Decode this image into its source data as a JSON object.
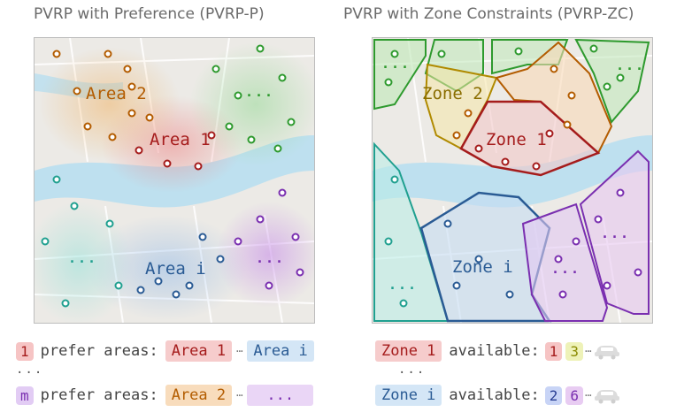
{
  "titles": {
    "left": "PVRP with Preference (PVRP-P)",
    "right": "PVRP with Zone Constraints (PVRP-ZC)"
  },
  "left_map": {
    "area2": "Area 2",
    "area1": "Area 1",
    "areai": "Area i",
    "dots": "..."
  },
  "right_map": {
    "zone2": "Zone 2",
    "zone1": "Zone 1",
    "zonei": "Zone i",
    "dots": "..."
  },
  "legend_left": {
    "row1_id": "1",
    "row1_text": "prefer areas:",
    "row1_a": "Area 1",
    "row1_ellipsis": "⋯",
    "row1_b": "Area i",
    "vdots": "...",
    "row2_id": "m",
    "row2_text": "prefer areas:",
    "row2_a": "Area 2",
    "row2_ellipsis": "⋯",
    "row2_b": "..."
  },
  "legend_right": {
    "row1_zone": "Zone 1",
    "row1_text": "available:",
    "row1_v1": "1",
    "row1_v2": "3",
    "row1_ellipsis": "⋯",
    "vdots": "...",
    "row2_zone": "Zone i",
    "row2_text": "available:",
    "row2_v1": "2",
    "row2_v2": "6",
    "row2_ellipsis": "⋯"
  },
  "colors": {
    "red": "#a51c1c",
    "orange": "#b35c00",
    "green": "#2e9a2e",
    "blue": "#2a5b94",
    "purple": "#7a2fb0",
    "river": "#b9dff0"
  },
  "icons": [
    "car-icon"
  ]
}
